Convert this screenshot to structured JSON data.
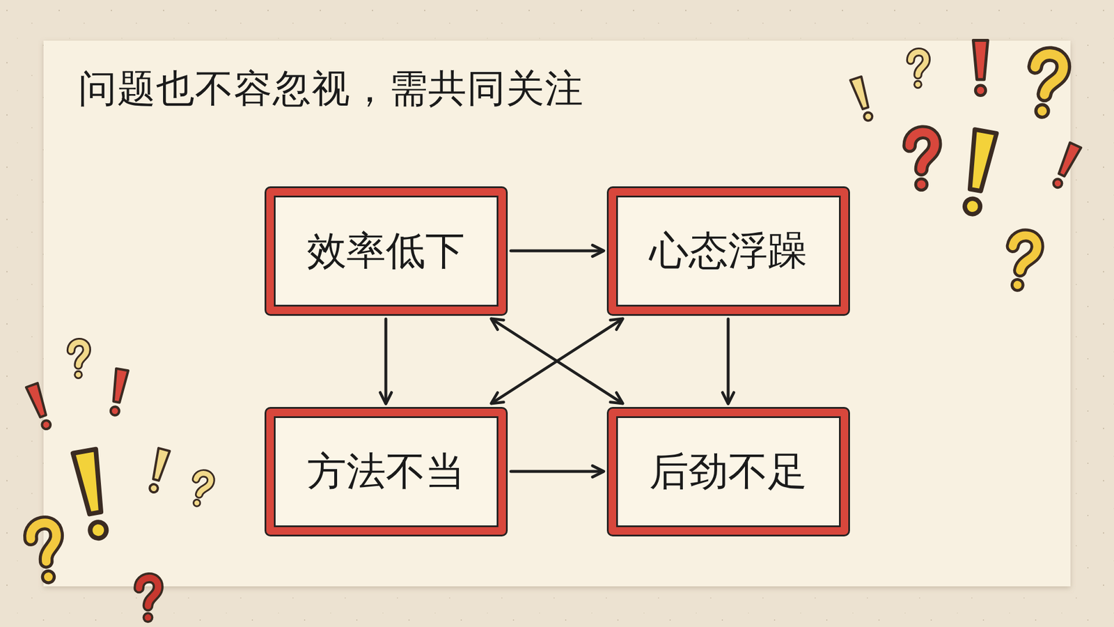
{
  "diagram": {
    "title": "问题也不容忽视，需共同关注",
    "nodes": [
      {
        "text": [
          "效率低下"
        ]
      },
      {
        "text": [
          "心态浮躁"
        ]
      },
      {
        "text": [
          "方法不当"
        ]
      },
      {
        "text": [
          "后劲不足"
        ]
      }
    ],
    "edges": [
      {
        "from": 0,
        "to": 1,
        "arrow": "to"
      },
      {
        "from": 0,
        "to": 2,
        "arrow": "to"
      },
      {
        "from": 1,
        "to": 3,
        "arrow": "to"
      },
      {
        "from": 2,
        "to": 3,
        "arrow": "to"
      },
      {
        "from": 0,
        "to": 3,
        "arrow": "both"
      },
      {
        "from": 1,
        "to": 2,
        "arrow": "both"
      }
    ]
  }
}
